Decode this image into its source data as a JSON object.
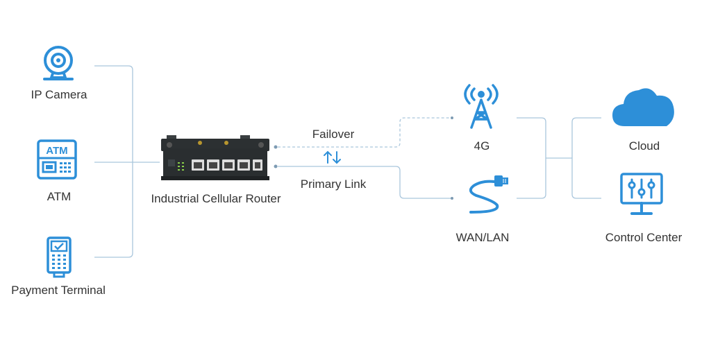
{
  "colors": {
    "accent": "#2d8fd8",
    "line": "#a9c6dc",
    "text": "#333333"
  },
  "devices": {
    "ip_camera": {
      "label": "IP Camera",
      "icon": "webcam-icon"
    },
    "atm": {
      "label": "ATM",
      "icon": "atm-icon",
      "icon_text": "ATM"
    },
    "payment_terminal": {
      "label": "Payment Terminal",
      "icon": "pos-terminal-icon"
    }
  },
  "router": {
    "label": "Industrial Cellular Router",
    "icon": "router-icon"
  },
  "links": {
    "failover": {
      "label": "Failover",
      "style": "dashed"
    },
    "primary": {
      "label": "Primary Link",
      "style": "solid"
    },
    "direction_icon": "up-down-arrows-icon"
  },
  "networks": {
    "cellular": {
      "label": "4G",
      "icon": "cell-tower-icon"
    },
    "wired": {
      "label": "WAN/LAN",
      "icon": "ethernet-cable-icon"
    }
  },
  "destinations": {
    "cloud": {
      "label": "Cloud",
      "icon": "cloud-icon"
    },
    "control_center": {
      "label": "Control Center",
      "icon": "control-monitor-icon"
    }
  }
}
